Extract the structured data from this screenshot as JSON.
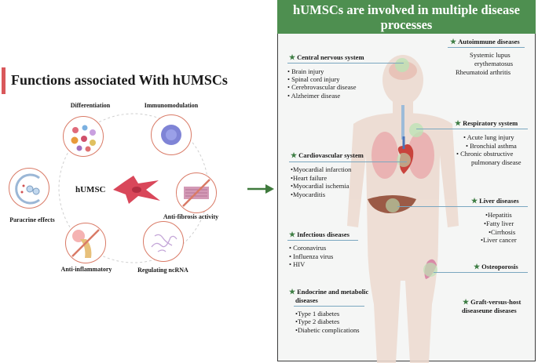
{
  "left": {
    "title": "Functions associated With hUMSCs",
    "center_label": "hUMSC",
    "functions": {
      "differentiation": "Differentiation",
      "immunomodulation": "Immunomodulation",
      "paracrine": "Paracrine effects",
      "antifibrosis": "Anti-fibrosis activity",
      "antiinflammatory": "Anti-inflammatory",
      "ncrna": "Regulating ncRNA"
    }
  },
  "right": {
    "title_line1": "hUMSCs are involved in multiple disease",
    "title_line2": "processes",
    "categories": {
      "autoimmune": {
        "name": "Autoimmune diseases",
        "items": [
          "Systemic  lupus",
          "erythematosus",
          "Rheumatoid arthritis"
        ]
      },
      "cns": {
        "name": "Central nervous system",
        "items": [
          "Brain injury",
          "Spinal cord injury",
          "Cerebrovascular disease",
          "Alzheimer disease"
        ]
      },
      "respiratory": {
        "name": "Respiratory system",
        "items": [
          "Acute lung injury",
          "Bronchial asthma",
          "Chronic obstructive",
          "pulmonary disease"
        ]
      },
      "cardio": {
        "name": "Cardiovascular system",
        "items": [
          "Myocardial infarction",
          "Heart failure",
          "Myocardial ischemia",
          "Myocarditis"
        ]
      },
      "liver": {
        "name": "Liver diseases",
        "items": [
          "Hepatitis",
          "Fatty liver",
          "Cirrhosis",
          "Liver cancer"
        ]
      },
      "infectious": {
        "name": "Infectious diseases",
        "items": [
          "Coronavirus",
          "Influenza virus",
          "HIV"
        ]
      },
      "osteo": {
        "name": "Osteoporosis"
      },
      "endocrine": {
        "name_line1": "Endocrine and metabolic",
        "name_line2": "diseases",
        "items": [
          "Type 1 diabetes",
          "Type 2 diabetes",
          "Diabetic complications"
        ]
      },
      "gvhd": {
        "name_line1": "Graft-versus-host",
        "name_line2": "diseaseune diseases"
      }
    }
  },
  "colors": {
    "accent_red": "#d9585b",
    "header_green": "#4e8f50",
    "circle_border": "#d97a66",
    "rule_blue": "#7aa7c0",
    "star_green": "#3d7d43"
  }
}
